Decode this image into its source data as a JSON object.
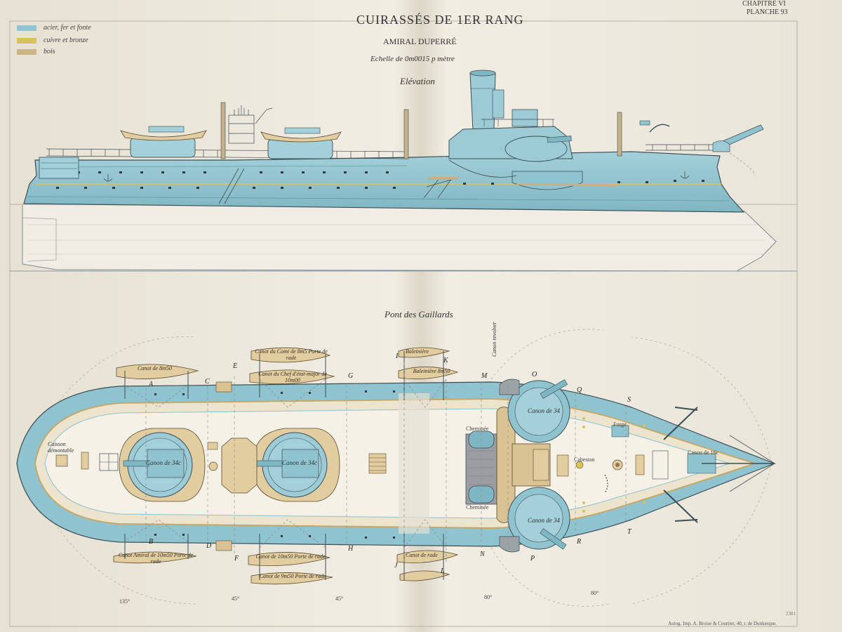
{
  "header": {
    "title": "CUIRASSÉS DE 1ER RANG",
    "ship_name": "AMIRAL DUPERRÉ",
    "scale": "Echelle de 0m0015 p mètre",
    "view_elevation": "Elévation",
    "chapter": "CHAPITRE VI",
    "plate": "PLANCHE 93"
  },
  "legend": [
    {
      "label": "acier, fer et fonte",
      "color": "#8fc3cf"
    },
    {
      "label": "cuivre et bronze",
      "color": "#d8c25a"
    },
    {
      "label": "bois",
      "color": "#cdb486"
    }
  ],
  "plan_title": "Pont des Gaillards",
  "section_letters": [
    "A",
    "B",
    "C",
    "D",
    "E",
    "F",
    "G",
    "H",
    "I",
    "J",
    "K",
    "L",
    "M",
    "N",
    "O",
    "P",
    "Q",
    "R",
    "S",
    "T"
  ],
  "boat_labels": {
    "top_left": "Canot de 8m50",
    "top_mid1": "Canot du Comt de 8m5 Porte de rade",
    "top_mid2": "Canot du Chef d'état-major de 10m00",
    "top_c1": "Baleinière",
    "top_c2": "Baleinière 8m50",
    "bot_left": "Canot Amiral de 10m50 Porte de rade",
    "bot_mid1": "Canot de 10m50 Porte de rade",
    "bot_mid2": "Canot de 9m50 Porte de rade",
    "bot_c1": "Canot de rade"
  },
  "equipment_labels": {
    "gun_left": "Canon de 34c",
    "gun_mid": "Canon de 34c",
    "gun_front_top": "Canon de 34",
    "gun_front_bot": "Canon de 34",
    "caisson": "Caisson démontable",
    "cheminee_top": "Cheminée",
    "cheminee_bot": "Cheminée",
    "forge": "Forge",
    "cabestan": "Cabestan",
    "canon_revolver": "Canon revolver",
    "canon_bow": "Canon de 16c"
  },
  "angle_labels": [
    "135°",
    "45°",
    "45°",
    "80°",
    "80°"
  ],
  "footer": "Autog. Imp. A. Broise & Courtier, 40, r. de Dunkerque.",
  "page_number": "2381",
  "colors": {
    "paper": "#ede8dc",
    "hull": "#8fc3cf",
    "hull_dark": "#5f9aa8",
    "wood": "#d9c293",
    "brass": "#d8c25a",
    "line": "#3d4e55"
  }
}
